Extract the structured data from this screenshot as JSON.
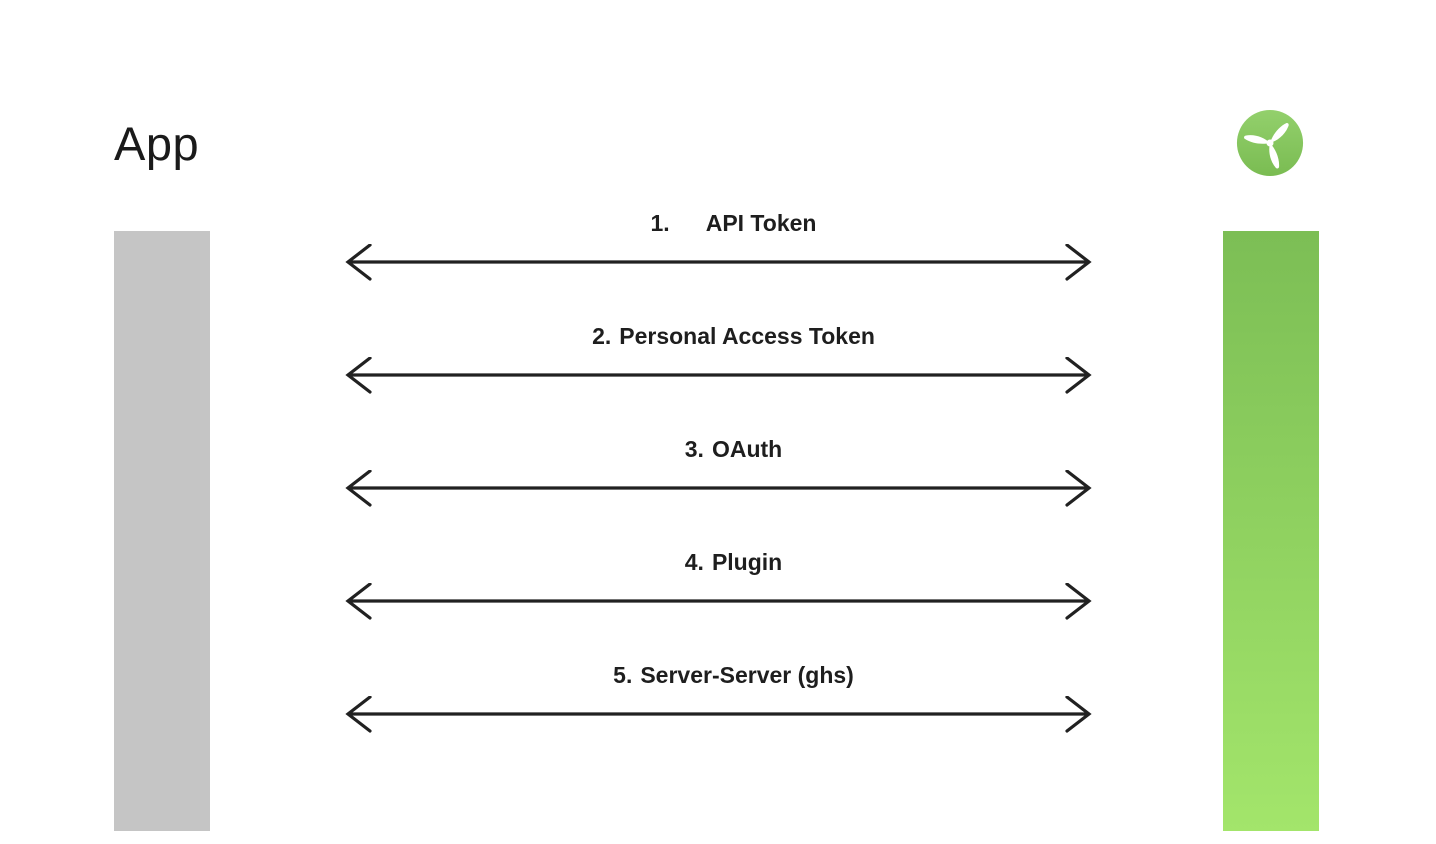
{
  "title": "App",
  "logo": {
    "icon": "propeller-icon",
    "circle_gradient_top": "#93d06c",
    "circle_gradient_bottom": "#7abc52",
    "blade_color": "#ffffff"
  },
  "lifelines": {
    "app": {
      "color": "#c5c5c5"
    },
    "service": {
      "gradient_top": "#7cbe55",
      "gradient_bottom": "#a3e56b"
    }
  },
  "arrow_color": "#212121",
  "connections": [
    {
      "number": "1.",
      "label": "API Token"
    },
    {
      "number": "2.",
      "label": "Personal Access Token"
    },
    {
      "number": "3.",
      "label": "OAuth"
    },
    {
      "number": "4.",
      "label": "Plugin"
    },
    {
      "number": "5.",
      "label": "Server-Server (ghs)"
    }
  ]
}
